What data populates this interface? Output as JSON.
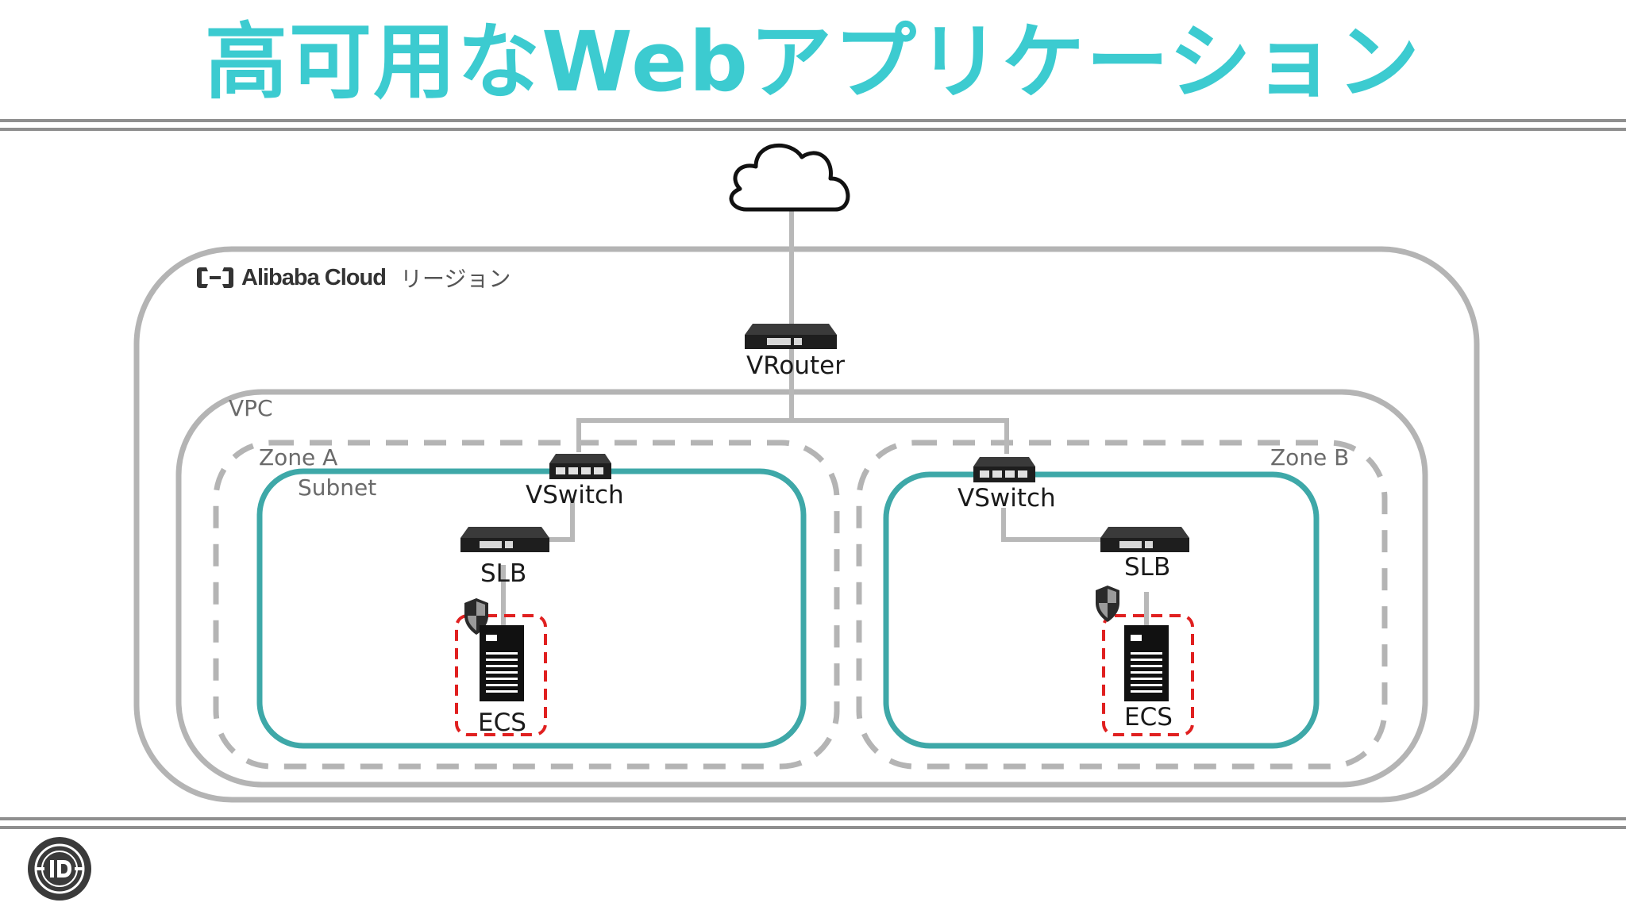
{
  "title": "高可用なWebアプリケーション",
  "region": {
    "brand": "Alibaba Cloud",
    "label": "リージョン"
  },
  "vpc": {
    "label": "VPC"
  },
  "vrouter": {
    "label": "VRouter"
  },
  "zones": [
    {
      "label": "Zone A",
      "subnet_label": "Subnet",
      "vswitch_label": "VSwitch",
      "slb_label": "SLB",
      "ecs_label": "ECS"
    },
    {
      "label": "Zone B",
      "vswitch_label": "VSwitch",
      "slb_label": "SLB",
      "ecs_label": "ECS"
    }
  ],
  "colors": {
    "title": "#3ccbd0",
    "subnet_border": "#3ea8a8",
    "container_border": "#b4b4b4",
    "ecs_security_border": "#e02020"
  },
  "icons": [
    "cloud-icon",
    "router-icon",
    "switch-icon",
    "load-balancer-icon",
    "server-icon",
    "shield-icon",
    "alibaba-cloud-logo-icon",
    "channel-logo-icon"
  ]
}
